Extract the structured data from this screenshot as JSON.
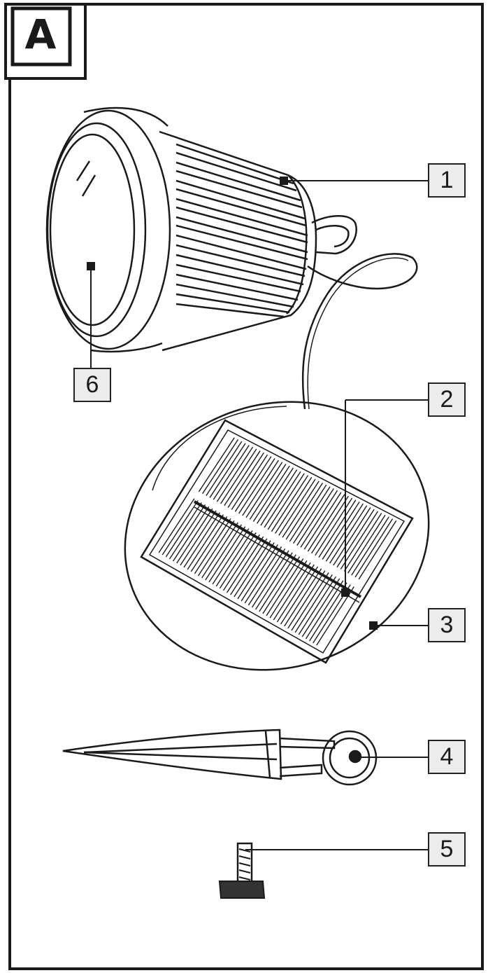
{
  "figure": {
    "letter": "A"
  },
  "callouts": [
    {
      "number": "1",
      "part": "lamp-head-housing"
    },
    {
      "number": "2",
      "part": "solar-panel"
    },
    {
      "number": "3",
      "part": "solar-panel-housing"
    },
    {
      "number": "4",
      "part": "ground-spike"
    },
    {
      "number": "5",
      "part": "fixing-screw"
    },
    {
      "number": "6",
      "part": "lens"
    }
  ],
  "colors": {
    "line": "#1a1a1a",
    "label_fill": "#ececec",
    "background": "#ffffff"
  }
}
